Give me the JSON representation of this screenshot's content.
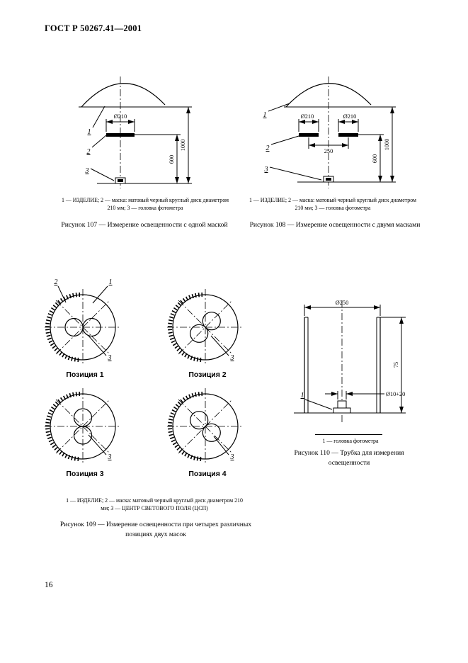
{
  "page": {
    "header": "ГОСТ Р 50267.41—2001",
    "number": "16"
  },
  "callouts": {
    "c1": "1",
    "c2": "2",
    "c3": "3"
  },
  "fig107": {
    "dims": {
      "dia": "Ø210",
      "h1": "600",
      "h2": "1000"
    },
    "legend": "1 — ИЗДЕЛИЕ; 2 — маска: матовый черный круглый диск диаметром 210 мм; 3 — головка фотометра",
    "caption": "Рисунок 107 — Измерение освещенности с одной маской"
  },
  "fig108": {
    "dims": {
      "dia_left": "Ø210",
      "dia_right": "Ø210",
      "gap": "250",
      "h1": "600",
      "h2": "1000"
    },
    "legend": "1 — ИЗДЕЛИЕ; 2 — маска: матовый черный круглый диск диаметром 210 мм; 3 — головка фотометра",
    "caption": "Рисунок 108 — Измерение освещенности с двумя масками"
  },
  "fig109": {
    "positions": [
      "Позиция 1",
      "Позиция 2",
      "Позиция 3",
      "Позиция 4"
    ],
    "legend": "1 — ИЗДЕЛИЕ; 2 — маска: матовый черный круглый диск диаметром 210 мм; 3 — ЦЕНТР СВЕТОВОГО ПОЛЯ (ЦСП)",
    "caption": "Рисунок 109 — Измерение освещенности при четырех различных позициях двух масок"
  },
  "fig110": {
    "dims": {
      "dia": "Ø250",
      "h": "75",
      "dia_small": "Ø10+20"
    },
    "legend": "1 — головка фотометра",
    "caption": "Рисунок 110 — Трубка для измерения освещенности"
  }
}
